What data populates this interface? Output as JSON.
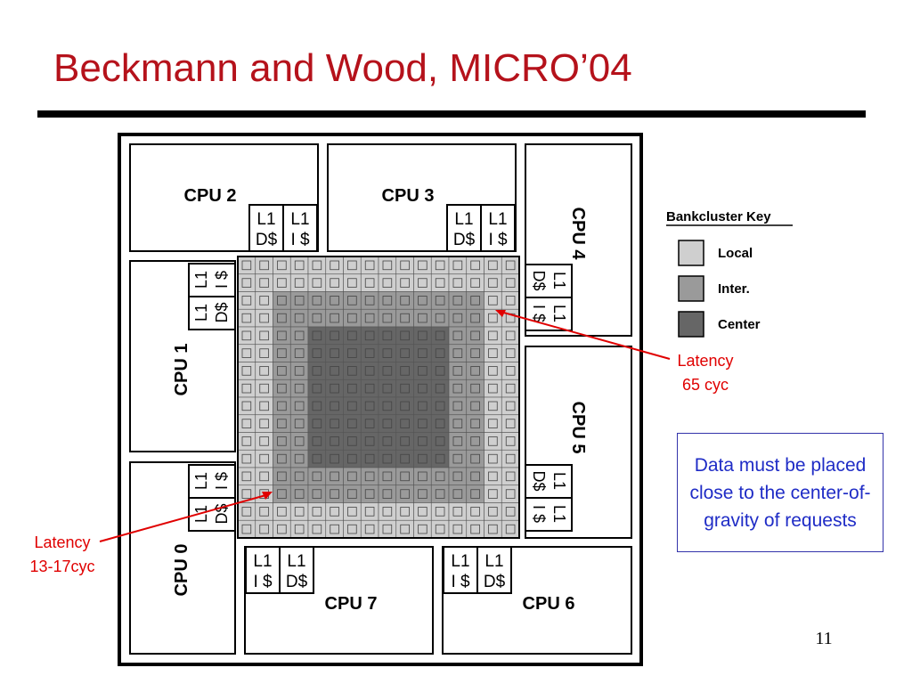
{
  "slide": {
    "title": "Beckmann and Wood, MICRO’04",
    "page_number": "11"
  },
  "diagram": {
    "cpus": [
      "CPU 0",
      "CPU 1",
      "CPU 2",
      "CPU 3",
      "CPU 4",
      "CPU 5",
      "CPU 6",
      "CPU 7"
    ],
    "caches": {
      "l1": "L1",
      "dcache": "D$",
      "icache": "I $"
    },
    "key": {
      "title": "Bankcluster Key",
      "items": [
        {
          "label": "Local",
          "color": "#cfcfcf"
        },
        {
          "label": "Inter.",
          "color": "#9a9a9a"
        },
        {
          "label": "Center",
          "color": "#666666"
        }
      ]
    },
    "annotations": {
      "latency_far_1": "Latency",
      "latency_far_2": "65 cyc",
      "latency_near_1": "Latency",
      "latency_near_2": "13-17cyc"
    }
  },
  "callout": {
    "text": "Data must be placed close to the center-of-gravity of requests"
  },
  "colors": {
    "title": "#b5121b",
    "callout_text": "#1f2cc6",
    "annotation": "#e00000"
  }
}
